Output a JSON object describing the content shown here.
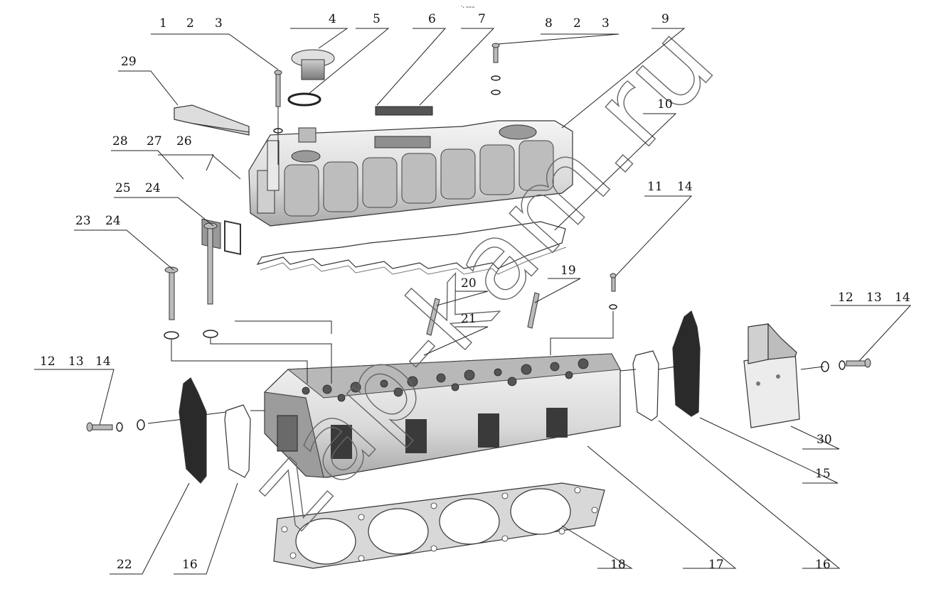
{
  "top_mark": "\"• ===",
  "watermark": "zap-kam.ru",
  "callouts": [
    {
      "id": "c1",
      "text": "1"
    },
    {
      "id": "c2a",
      "text": "2"
    },
    {
      "id": "c3a",
      "text": "3"
    },
    {
      "id": "c4",
      "text": "4"
    },
    {
      "id": "c5",
      "text": "5"
    },
    {
      "id": "c6",
      "text": "6"
    },
    {
      "id": "c7",
      "text": "7"
    },
    {
      "id": "c8",
      "text": "8"
    },
    {
      "id": "c2b",
      "text": "2"
    },
    {
      "id": "c3b",
      "text": "3"
    },
    {
      "id": "c9",
      "text": "9"
    },
    {
      "id": "c10",
      "text": "10"
    },
    {
      "id": "c29",
      "text": "29"
    },
    {
      "id": "c28",
      "text": "28"
    },
    {
      "id": "c27",
      "text": "27"
    },
    {
      "id": "c26",
      "text": "26"
    },
    {
      "id": "c25",
      "text": "25"
    },
    {
      "id": "c24a",
      "text": "24"
    },
    {
      "id": "c23",
      "text": "23"
    },
    {
      "id": "c24b",
      "text": "24"
    },
    {
      "id": "c11",
      "text": "11"
    },
    {
      "id": "c14a",
      "text": "14"
    },
    {
      "id": "c19",
      "text": "19"
    },
    {
      "id": "c20",
      "text": "20"
    },
    {
      "id": "c21",
      "text": "21"
    },
    {
      "id": "c12a",
      "text": "12"
    },
    {
      "id": "c13a",
      "text": "13"
    },
    {
      "id": "c14b",
      "text": "14"
    },
    {
      "id": "c12b",
      "text": "12"
    },
    {
      "id": "c13b",
      "text": "13"
    },
    {
      "id": "c14c",
      "text": "14"
    },
    {
      "id": "c30",
      "text": "30"
    },
    {
      "id": "c15",
      "text": "15"
    },
    {
      "id": "c22",
      "text": "22"
    },
    {
      "id": "c16a",
      "text": "16"
    },
    {
      "id": "c18",
      "text": "18"
    },
    {
      "id": "c17",
      "text": "17"
    },
    {
      "id": "c16b",
      "text": "16"
    }
  ]
}
